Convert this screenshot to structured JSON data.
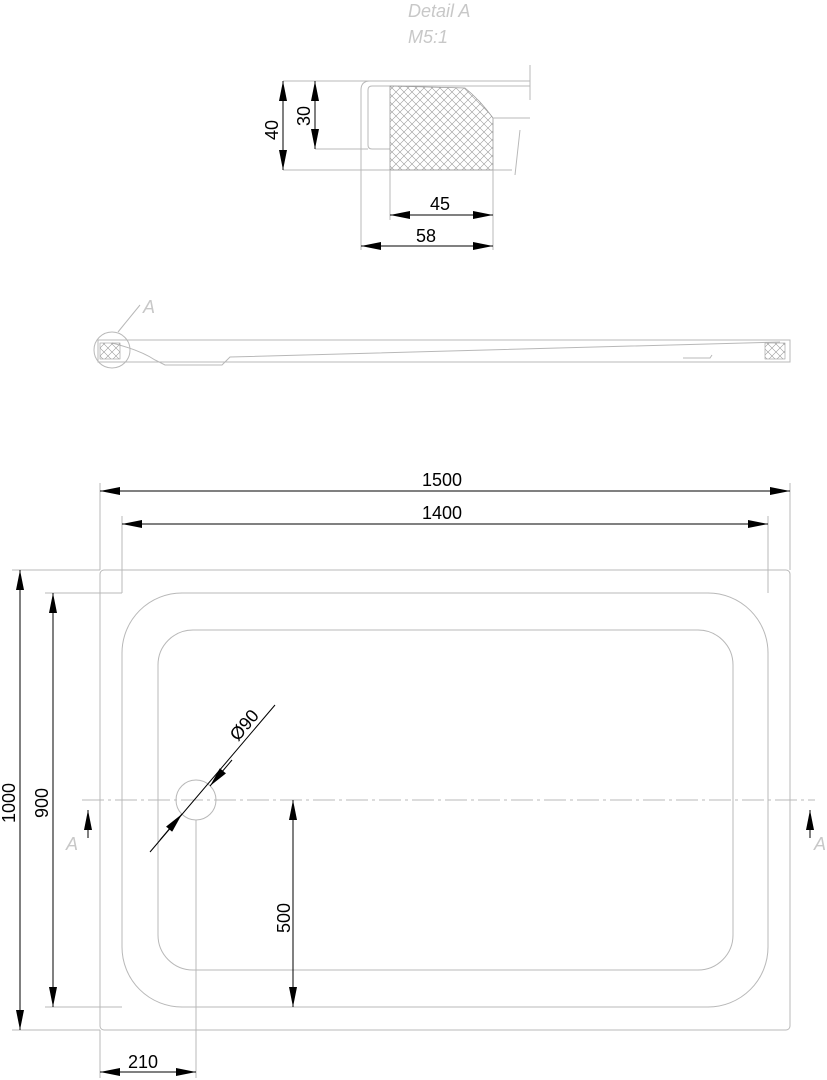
{
  "detail": {
    "title": "Detail  A",
    "scale": "M5:1",
    "dim_40": "40",
    "dim_30": "30",
    "dim_45": "45",
    "dim_58": "58"
  },
  "section": {
    "callout": "A"
  },
  "plan": {
    "dim_1500": "1500",
    "dim_1400": "1400",
    "dim_1000": "1000",
    "dim_900": "900",
    "dim_drain": "Ø90",
    "dim_500": "500",
    "dim_210": "210",
    "section_left": "A",
    "section_right": "A"
  }
}
